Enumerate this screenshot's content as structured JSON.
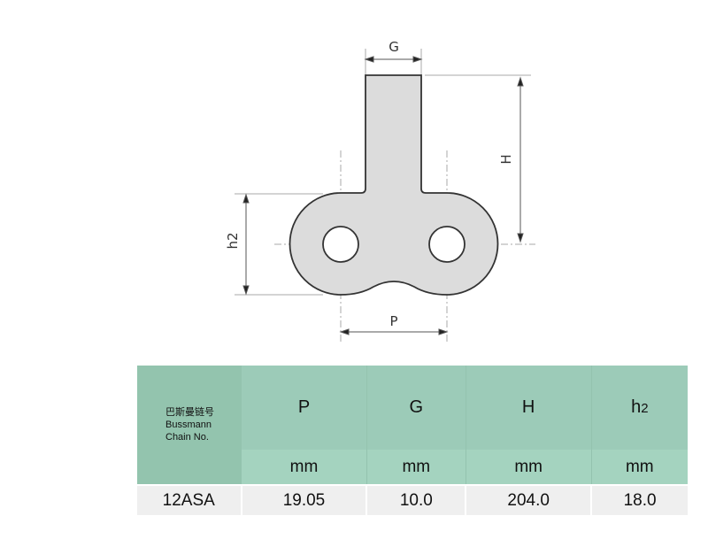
{
  "diagram": {
    "labels": {
      "G": "G",
      "H": "H",
      "h2": "h2",
      "P": "P"
    }
  },
  "table": {
    "header_cn": "巴斯曼链号",
    "header_en1": "Bussmann",
    "header_en2": "Chain No.",
    "columns": [
      {
        "name": "P",
        "unit": "mm"
      },
      {
        "name": "G",
        "unit": "mm"
      },
      {
        "name": "H",
        "unit": "mm"
      },
      {
        "name": "h",
        "sub": "2",
        "unit": "mm"
      }
    ],
    "rows": [
      {
        "chain_no": "12ASA",
        "values": [
          "19.05",
          "10.0",
          "204.0",
          "18.0"
        ]
      }
    ]
  }
}
